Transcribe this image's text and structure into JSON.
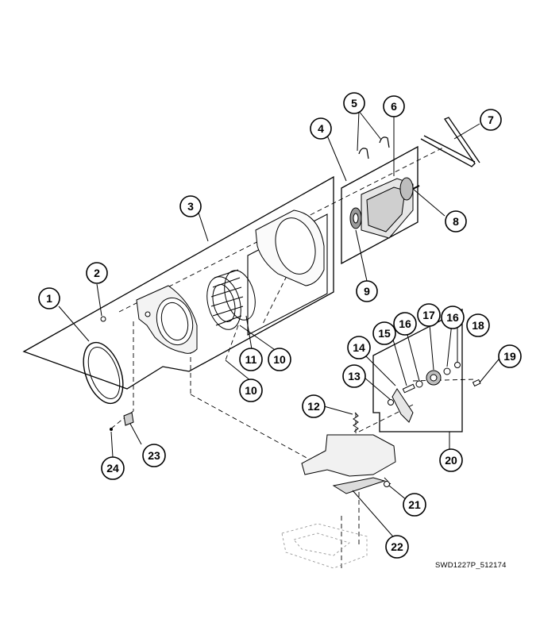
{
  "diagram": {
    "reference_code": "SWD1227P_512174",
    "callouts": [
      {
        "id": "c1",
        "label": "1"
      },
      {
        "id": "c2",
        "label": "2"
      },
      {
        "id": "c3",
        "label": "3"
      },
      {
        "id": "c4",
        "label": "4"
      },
      {
        "id": "c5",
        "label": "5"
      },
      {
        "id": "c6",
        "label": "6"
      },
      {
        "id": "c7",
        "label": "7"
      },
      {
        "id": "c8",
        "label": "8"
      },
      {
        "id": "c9",
        "label": "9"
      },
      {
        "id": "c10a",
        "label": "10"
      },
      {
        "id": "c10b",
        "label": "10"
      },
      {
        "id": "c11",
        "label": "11"
      },
      {
        "id": "c12",
        "label": "12"
      },
      {
        "id": "c13",
        "label": "13"
      },
      {
        "id": "c14",
        "label": "14"
      },
      {
        "id": "c15",
        "label": "15"
      },
      {
        "id": "c16a",
        "label": "16"
      },
      {
        "id": "c16b",
        "label": "16"
      },
      {
        "id": "c17",
        "label": "17"
      },
      {
        "id": "c18",
        "label": "18"
      },
      {
        "id": "c19",
        "label": "19"
      },
      {
        "id": "c20",
        "label": "20"
      },
      {
        "id": "c21",
        "label": "21"
      },
      {
        "id": "c22",
        "label": "22"
      },
      {
        "id": "c23",
        "label": "23"
      },
      {
        "id": "c24",
        "label": "24"
      }
    ]
  }
}
